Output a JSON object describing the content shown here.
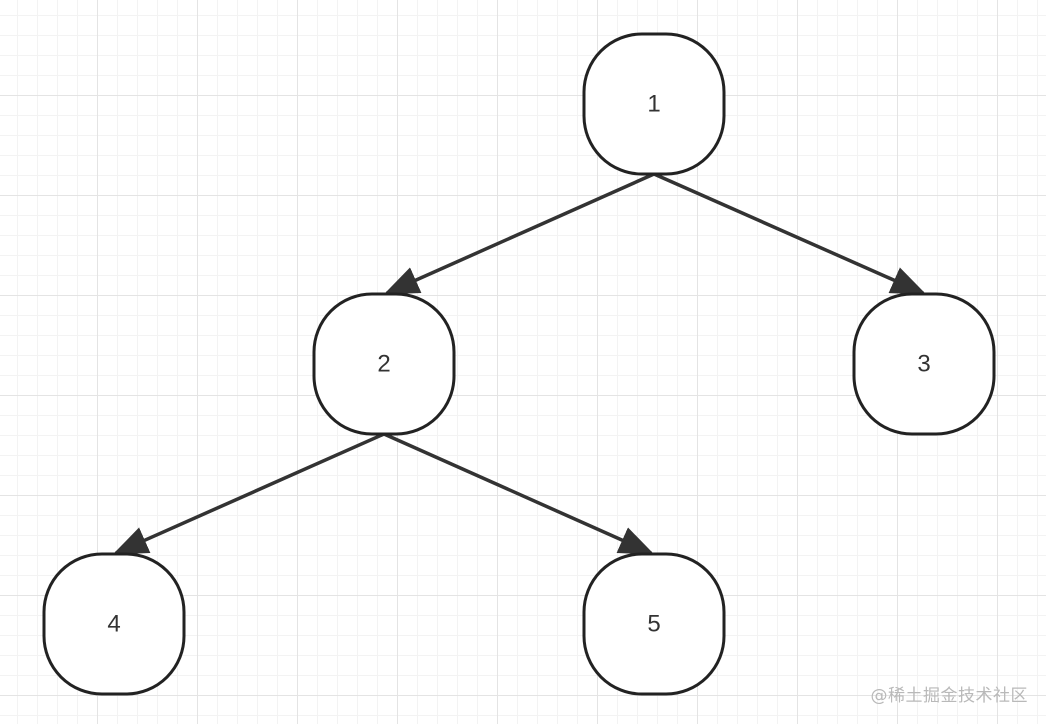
{
  "diagram": {
    "nodes": [
      {
        "id": "1",
        "label": "1"
      },
      {
        "id": "2",
        "label": "2"
      },
      {
        "id": "3",
        "label": "3"
      },
      {
        "id": "4",
        "label": "4"
      },
      {
        "id": "5",
        "label": "5"
      }
    ],
    "edges": [
      {
        "from": "1",
        "to": "2"
      },
      {
        "from": "1",
        "to": "3"
      },
      {
        "from": "2",
        "to": "4"
      },
      {
        "from": "2",
        "to": "5"
      }
    ],
    "colors": {
      "node_stroke": "#222222",
      "edge": "#333333",
      "label": "#333333"
    }
  },
  "watermark": {
    "text": "@稀土掘金技术社区"
  }
}
